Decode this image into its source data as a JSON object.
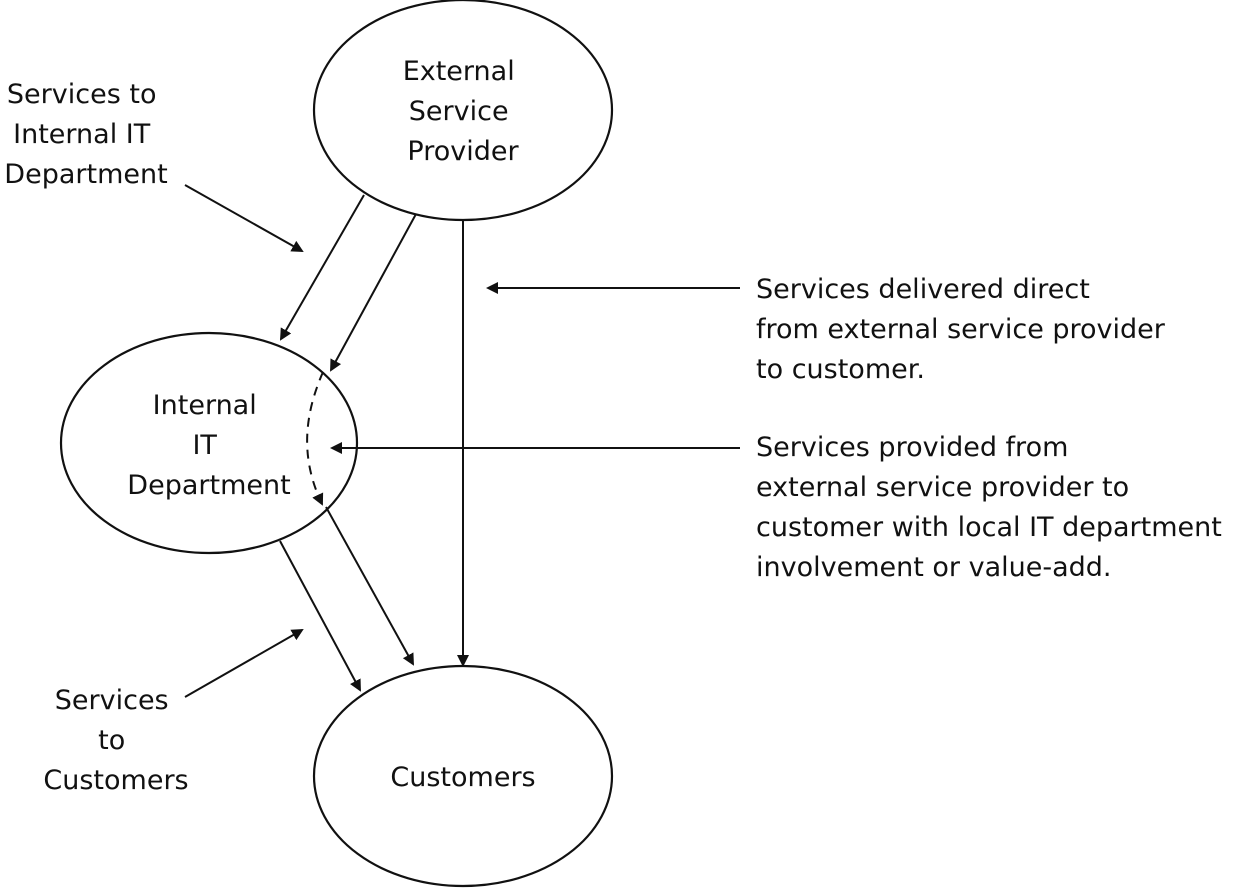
{
  "diagram": {
    "nodes": {
      "external_provider": {
        "lines": [
          "External",
          "Service",
          "Provider"
        ]
      },
      "internal_it": {
        "lines": [
          "Internal",
          "IT",
          "Department"
        ]
      },
      "customers": {
        "lines": [
          "Customers"
        ]
      }
    },
    "annotations": {
      "services_to_internal": {
        "lines": [
          "Services to",
          "Internal IT",
          "Department"
        ]
      },
      "services_to_customers": {
        "lines": [
          "Services",
          "to",
          "Customers"
        ]
      },
      "direct_services": {
        "lines": [
          "Services delivered direct",
          "from external service provider",
          "to customer."
        ]
      },
      "value_add_services": {
        "lines": [
          "Services provided from",
          "external service provider to",
          "customer with local IT department",
          "involvement or value-add."
        ]
      }
    },
    "colors": {
      "stroke": "#111111",
      "text": "#111111",
      "background": "#ffffff"
    }
  }
}
